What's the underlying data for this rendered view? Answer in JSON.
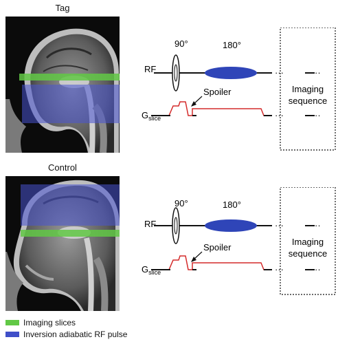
{
  "panels": [
    {
      "title": "Tag",
      "pulse_sequence": {
        "flip_90_label": "90°",
        "flip_180_label": "180°",
        "rf_label": "RF",
        "gradient_label_main": "G",
        "gradient_label_sub": "slice",
        "spoiler_label": "Spoiler",
        "imaging_block_line1": "Imaging",
        "imaging_block_line2": "sequence"
      }
    },
    {
      "title": "Control",
      "pulse_sequence": {
        "flip_90_label": "90°",
        "flip_180_label": "180°",
        "rf_label": "RF",
        "gradient_label_main": "G",
        "gradient_label_sub": "slice",
        "spoiler_label": "Spoiler",
        "imaging_block_line1": "Imaging",
        "imaging_block_line2": "sequence"
      }
    }
  ],
  "legend": [
    {
      "label": "Imaging slices",
      "color": "#61c845"
    },
    {
      "label": "Inversion adiabatic RF pulse",
      "color": "#3f4fc8"
    }
  ],
  "colors": {
    "gradient_trace": "#d42a2a",
    "inversion_pulse_fill": "#2f45b8",
    "imaging_slice": "#61c845",
    "inversion_band": "#4854d2"
  }
}
